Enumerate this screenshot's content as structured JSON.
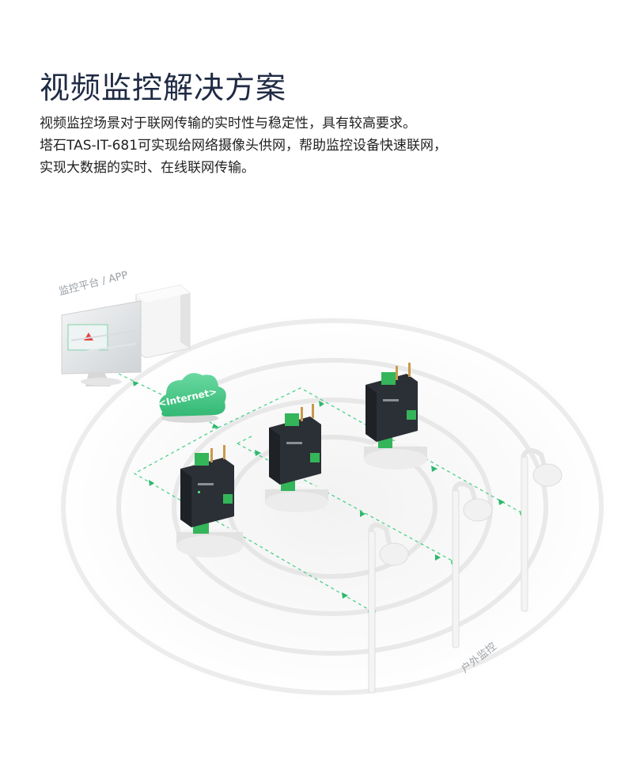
{
  "title": "视频监控解决方案",
  "description": [
    "视频监控场景对于联网传输的实时性与稳定性，具有较高要求。",
    "塔石TAS-IT-681可实现给网络摄像头供网，帮助监控设备快速联网，",
    "实现大数据的实时、在线联网传输。"
  ],
  "labels": {
    "platform": "监控平台 / APP",
    "outdoor": "户外监控"
  },
  "cloud": {
    "text": "<Internet>",
    "icon": "cloud-icon"
  },
  "colors": {
    "accent_green": "#2fd07a",
    "cloud_green": "#45c98a",
    "device_dark": "#2b2f36",
    "terminal_green": "#34b559",
    "ring_gray": "#e6e6e6"
  }
}
